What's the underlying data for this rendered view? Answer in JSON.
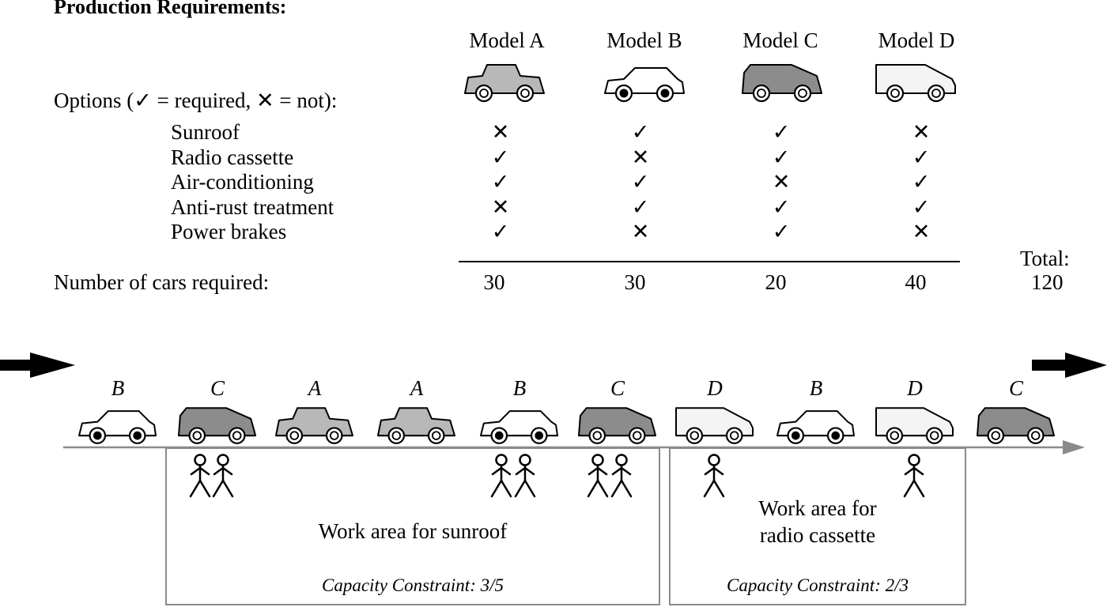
{
  "header": {
    "title": "Production Requirements:",
    "options_label": "Options (✓ = required, ✕ = not):",
    "cars_required_label": "Number of cars required:",
    "total_label": "Total:",
    "total_value": "120"
  },
  "models": [
    {
      "name": "Model A",
      "letter": "A",
      "color": "#b8b8b8",
      "wheel_style": "ring",
      "count": "30"
    },
    {
      "name": "Model B",
      "letter": "B",
      "color": "#ffffff",
      "wheel_style": "dot",
      "count": "30"
    },
    {
      "name": "Model C",
      "letter": "C",
      "color": "#8c8c8c",
      "wheel_style": "ring",
      "count": "20"
    },
    {
      "name": "Model D",
      "letter": "D",
      "color": "#f4f4f4",
      "wheel_style": "ring",
      "count": "40"
    }
  ],
  "options": [
    {
      "label": "Sunroof",
      "marks": [
        "✕",
        "✓",
        "✓",
        "✕"
      ]
    },
    {
      "label": "Radio cassette",
      "marks": [
        "✓",
        "✕",
        "✓",
        "✓"
      ]
    },
    {
      "label": "Air-conditioning",
      "marks": [
        "✓",
        "✓",
        "✕",
        "✓"
      ]
    },
    {
      "label": "Anti-rust treatment",
      "marks": [
        "✕",
        "✓",
        "✓",
        "✓"
      ]
    },
    {
      "label": "Power brakes",
      "marks": [
        "✓",
        "✕",
        "✓",
        "✕"
      ]
    }
  ],
  "assembly_line": {
    "sequence": [
      "B",
      "C",
      "A",
      "A",
      "B",
      "C",
      "D",
      "B",
      "D",
      "C"
    ]
  },
  "work_areas": [
    {
      "label_lines": [
        "Work area for sunroof"
      ],
      "constraint": "Capacity Constraint: 3/5"
    },
    {
      "label_lines": [
        "Work area for",
        "radio cassette"
      ],
      "constraint": "Capacity Constraint: 2/3"
    }
  ]
}
